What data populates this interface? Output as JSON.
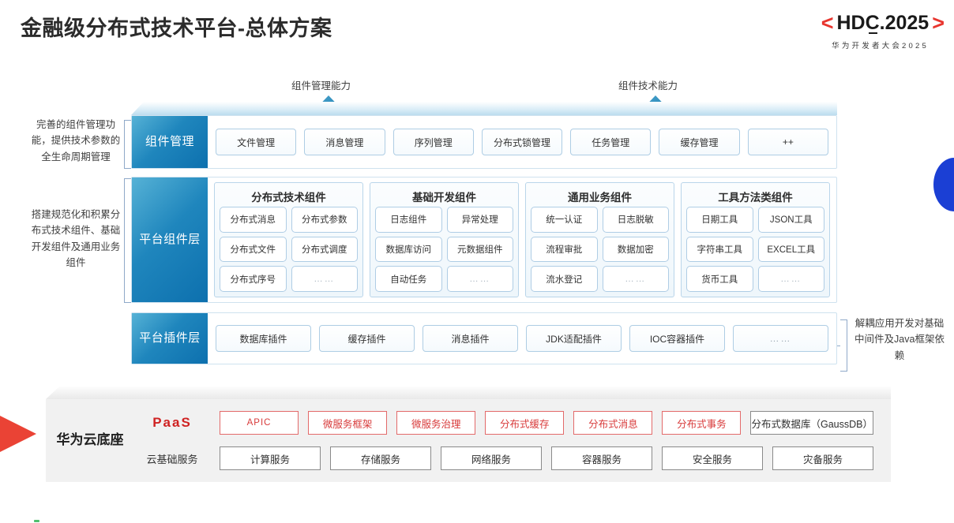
{
  "header": {
    "title": "金融级分布式技术平台-总体方案",
    "logo_bracket_left": "<",
    "logo_text": "HDC.2025",
    "logo_bracket_right": ">",
    "logo_subtitle": "华为开发者大会2025"
  },
  "arrows": [
    {
      "label": "组件管理能力",
      "name": "arrow-component-management"
    },
    {
      "label": "组件技术能力",
      "name": "arrow-component-technology"
    }
  ],
  "annotations": {
    "left": [
      "完善的组件管理功能，提供技术参数的全生命周期管理",
      "搭建规范化和积累分布式技术组件、基础开发组件及通用业务组件"
    ],
    "right": [
      "解耦应用开发对基础中间件及Java框架依赖"
    ]
  },
  "layers": {
    "management": {
      "title": "组件管理",
      "items": [
        "文件管理",
        "消息管理",
        "序列管理",
        "分布式锁管理",
        "任务管理",
        "缓存管理",
        "++"
      ]
    },
    "platform": {
      "title": "平台组件层",
      "groups": [
        {
          "head": "分布式技术组件",
          "cells": [
            "分布式消息",
            "分布式参数",
            "分布式文件",
            "分布式调度",
            "分布式序号",
            "……"
          ]
        },
        {
          "head": "基础开发组件",
          "cells": [
            "日志组件",
            "异常处理",
            "数据库访问",
            "元数据组件",
            "自动任务",
            "……"
          ]
        },
        {
          "head": "通用业务组件",
          "cells": [
            "统一认证",
            "日志脱敏",
            "流程审批",
            "数据加密",
            "流水登记",
            "……"
          ]
        },
        {
          "head": "工具方法类组件",
          "cells": [
            "日期工具",
            "JSON工具",
            "字符串工具",
            "EXCEL工具",
            "货币工具",
            "……"
          ]
        }
      ]
    },
    "plugin": {
      "title": "平台插件层",
      "items": [
        "数据库插件",
        "缓存插件",
        "消息插件",
        "JDK适配插件",
        "IOC容器插件",
        "……"
      ]
    }
  },
  "cloud_base": {
    "label": "华为云底座",
    "rows": [
      {
        "tag": "PaaS",
        "tag_style": "paas",
        "items": [
          {
            "text": "APIC",
            "style": "red-small"
          },
          {
            "text": "微服务框架",
            "style": "red"
          },
          {
            "text": "微服务治理",
            "style": "red"
          },
          {
            "text": "分布式缓存",
            "style": "red"
          },
          {
            "text": "分布式消息",
            "style": "red"
          },
          {
            "text": "分布式事务",
            "style": "red"
          },
          {
            "text": "分布式数据库（GaussDB）",
            "style": "gray-wide"
          }
        ]
      },
      {
        "tag": "云基础服务",
        "tag_style": "basic",
        "items": [
          {
            "text": "计算服务",
            "style": "gray"
          },
          {
            "text": "存储服务",
            "style": "gray"
          },
          {
            "text": "网络服务",
            "style": "gray"
          },
          {
            "text": "容器服务",
            "style": "gray"
          },
          {
            "text": "安全服务",
            "style": "gray"
          },
          {
            "text": "灾备服务",
            "style": "gray"
          }
        ]
      }
    ]
  },
  "colors": {
    "brand_red": "#e8352e",
    "layer_blue": "#1f86bd",
    "paas_red": "#cf2222",
    "accent_blue": "#1b3fd4"
  }
}
